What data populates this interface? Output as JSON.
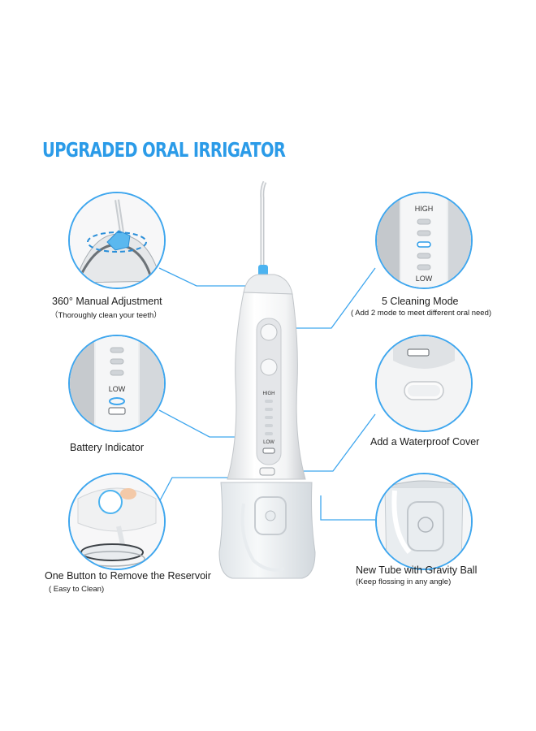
{
  "title": "UPGRADED ORAL IRRIGATOR",
  "callouts": {
    "adjustment": {
      "label": "360° Manual Adjustment",
      "sub": "（Thoroughly clean your teeth）"
    },
    "modes": {
      "label": "5 Cleaning Mode",
      "sub": "( Add 2 mode to meet different oral need)"
    },
    "battery": {
      "label": "Battery Indicator"
    },
    "cover": {
      "label": "Add a Waterproof Cover"
    },
    "reservoir": {
      "label": "One Button to Remove the Reservoir",
      "sub": "( Easy to Clean)"
    },
    "tube": {
      "label": "New Tube with Gravity Ball",
      "sub": "(Keep flossing in any angle)"
    }
  },
  "device_labels": {
    "high": "HIGH",
    "low": "LOW"
  },
  "colors": {
    "accent": "#2b9be8",
    "line": "#3ea6ee",
    "glow": "#4cb3f0"
  }
}
